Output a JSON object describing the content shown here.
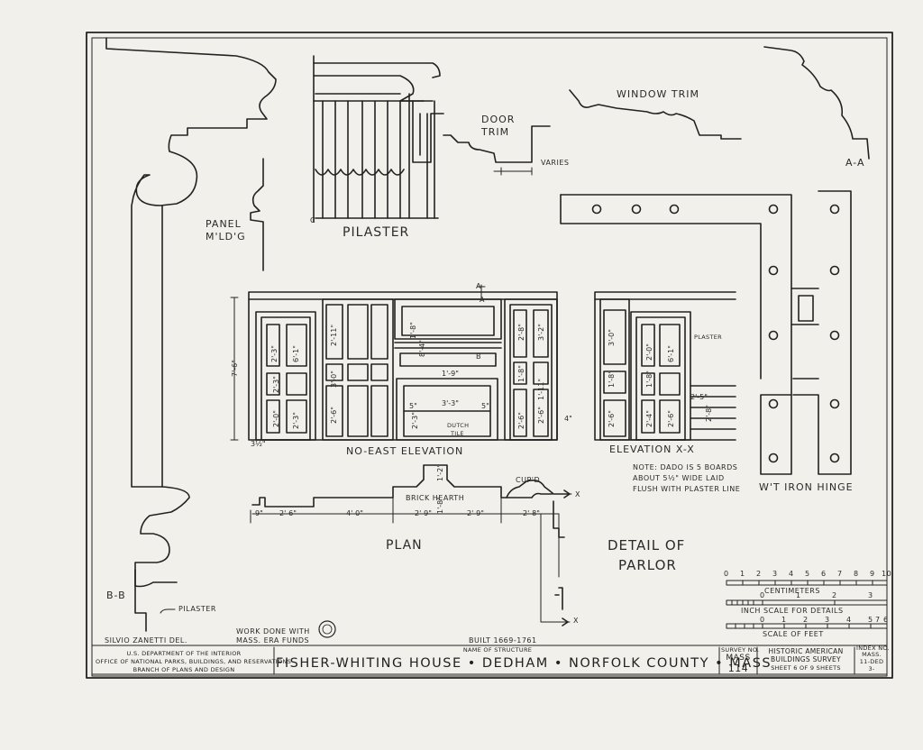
{
  "labels": {
    "panel_molding": [
      "PANEL",
      "M'LD'G"
    ],
    "pilaster": "PILASTER",
    "door_trim": [
      "DOOR",
      "TRIM"
    ],
    "varies": "VARIES",
    "window_trim": "WINDOW TRIM",
    "section_aa": "A-A",
    "section_bb": "B-B",
    "pilaster_bb": "PILASTER",
    "section_mark_a": "A",
    "section_mark_b": "B",
    "section_mark_c": "C",
    "ne_elevation": "NO-EAST ELEVATION",
    "elevation_xx": "ELEVATION X-X",
    "plaster": "PLASTER",
    "dutch_tile": [
      "DUTCH",
      "TILE"
    ],
    "dado_note": [
      "NOTE: DADO IS 5 BOARDS",
      "ABOUT 5½\" WIDE LAID",
      "FLUSH WITH PLASTER LINE"
    ],
    "hinge": "W'T IRON HINGE",
    "brick_hearth": "BRICK HEARTH",
    "cupboard": "CUP'D",
    "plan": "PLAN",
    "x_mark": "X",
    "detail_title": [
      "DETAIL OF",
      "PARLOR"
    ],
    "drafter": "SILVIO ZANETTI  DEL.",
    "work_done": [
      "WORK DONE WITH",
      "MASS. ERA FUNDS"
    ],
    "built": "BUILT 1669-1761"
  },
  "dimensions": {
    "ne_elevation": [
      "7'-6\"",
      "2'-0\"",
      "2'-3\"",
      "6'-1\"",
      "2'-3\"",
      "2'-3\"",
      "2'-6\"",
      "2'-11\"",
      "3'-0\"",
      "1'-8\"",
      "8'-4\"",
      "1'-9\"",
      "3'-3\"",
      "5\"",
      "5\"",
      "2'-3\"",
      "2'-6\"",
      "2'-8\"",
      "3'-2\"",
      "1'-8\"",
      "2'-6\"",
      "1'-11\"",
      "3½\"",
      "4\""
    ],
    "elevation_xx": [
      "3'-0\"",
      "2'-0\"",
      "2'-6\"",
      "6'-1\"",
      "1'-8\"",
      "1'-8\"",
      "2'-4\"",
      "2'-5\"",
      "2'-8\"",
      "2'-6\""
    ],
    "plan": [
      "2'-6\"",
      "4'-0\"",
      "2'-9\"",
      "2'-9\"",
      "2'-8\"",
      "1'-2\"",
      "1'-8\"",
      "9\""
    ]
  },
  "scales": {
    "centimeters_ticks": [
      "0",
      "1",
      "2",
      "3",
      "4",
      "5",
      "6",
      "7",
      "8",
      "9",
      "10"
    ],
    "centimeters_label": "CENTIMETERS",
    "inch_ticks": [
      "0",
      "1",
      "2",
      "3"
    ],
    "inch_label": "INCH SCALE FOR DETAILS",
    "feet_ticks": [
      "0",
      "1",
      "2",
      "3",
      "4",
      "5",
      "6",
      "7"
    ],
    "feet_label": "SCALE OF FEET"
  },
  "title_block": {
    "agency": [
      "U.S. DEPARTMENT OF THE INTERIOR",
      "OFFICE OF NATIONAL PARKS, BUILDINGS, AND RESERVATIONS",
      "BRANCH OF PLANS AND DESIGN"
    ],
    "name_caption": "NAME OF STRUCTURE",
    "structure_name": "FISHER-WHITING HOUSE • DEDHAM • NORFOLK COUNTY • MASS",
    "survey_caption": "SURVEY NO.",
    "survey_state": "MASS",
    "survey_number": "114",
    "habs": [
      "HISTORIC AMERICAN",
      "BUILDINGS SURVEY"
    ],
    "sheet": "SHEET 6 OF 9 SHEETS",
    "index_caption": "INDEX NO.",
    "index_values": [
      "MASS.",
      "11-DED",
      "3-"
    ]
  },
  "colors": {
    "paper": "#f1f0ea",
    "ink": "#222222"
  }
}
